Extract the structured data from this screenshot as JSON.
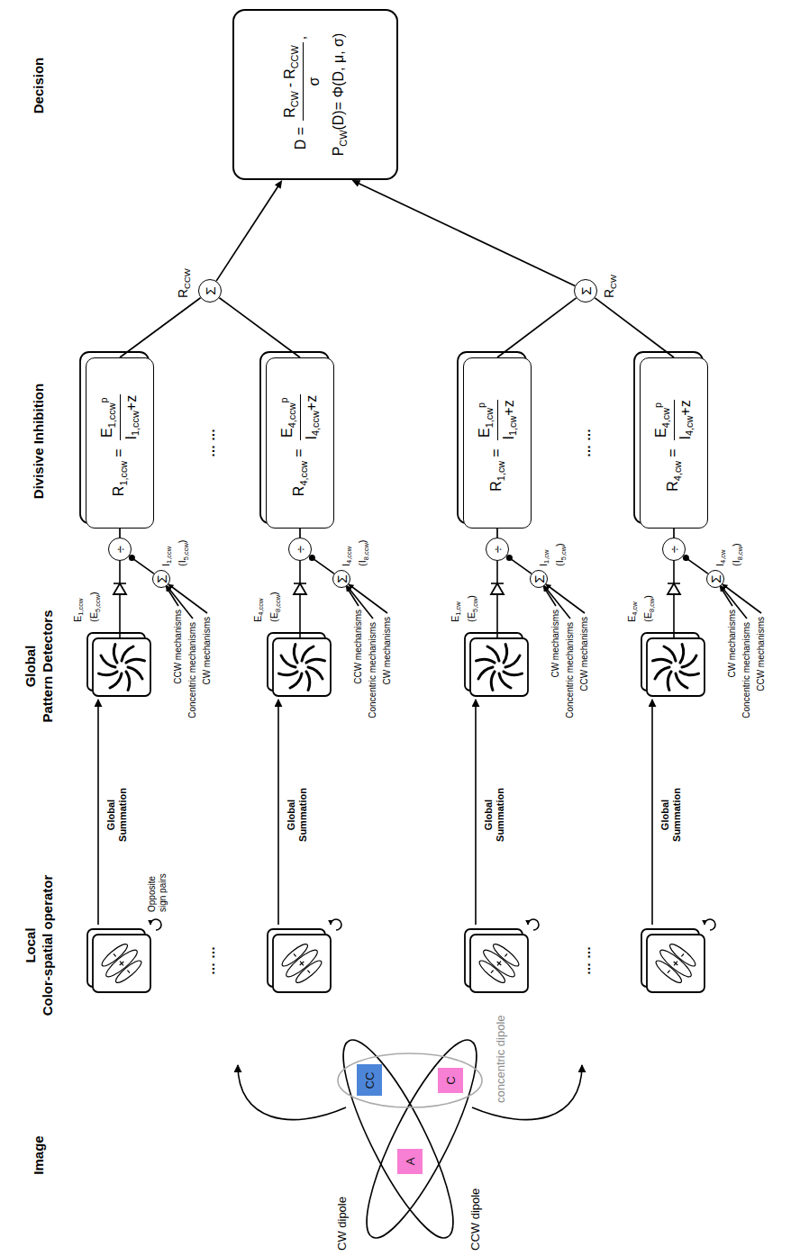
{
  "diagram": {
    "nodes": [
      {
        "text": [
          "CC"
        ]
      },
      {
        "text": [
          "C"
        ]
      },
      {
        "text": [
          "A"
        ]
      },
      {
        "text": [
          "Σ"
        ]
      },
      {
        "text": [
          "÷"
        ]
      },
      {
        "text": [
          "R",
          "1,ccw",
          "=",
          "E",
          "1,ccw",
          "p",
          "I",
          "1,ccw",
          "+z"
        ]
      },
      {
        "text": [
          "Σ"
        ]
      },
      {
        "text": [
          "÷"
        ]
      },
      {
        "text": [
          "R",
          "4,ccw",
          "=",
          "E",
          "4,ccw",
          "p",
          "I",
          "4,ccw",
          "+z"
        ]
      },
      {
        "text": [
          "Σ"
        ]
      },
      {
        "text": [
          "÷"
        ]
      },
      {
        "text": [
          "R",
          "1,cw",
          "=",
          "E",
          "1,cw",
          "p",
          "I",
          "1,cw",
          "+z"
        ]
      },
      {
        "text": [
          "Σ"
        ]
      },
      {
        "text": [
          "÷"
        ]
      },
      {
        "text": [
          "R",
          "4,cw",
          "=",
          "E",
          "4,cw",
          "p",
          "I",
          "4,cw",
          "+z"
        ]
      },
      {
        "text": [
          "Σ"
        ]
      },
      {
        "text": [
          "Σ"
        ]
      },
      {
        "text": [
          "D =",
          "R",
          "CW",
          "-",
          "R",
          "CCW",
          "σ",
          ",",
          "P",
          "CW",
          "(D)= Φ(D, μ, σ)"
        ]
      }
    ],
    "edges": [
      {
        "from": 3,
        "to": 4,
        "arrow": "to"
      },
      {
        "from": 4,
        "to": 5,
        "arrow": "none"
      },
      {
        "from": 6,
        "to": 7,
        "arrow": "to"
      },
      {
        "from": 7,
        "to": 8,
        "arrow": "none"
      },
      {
        "from": 9,
        "to": 10,
        "arrow": "to"
      },
      {
        "from": 10,
        "to": 11,
        "arrow": "none"
      },
      {
        "from": 12,
        "to": 13,
        "arrow": "to"
      },
      {
        "from": 13,
        "to": 14,
        "arrow": "none"
      },
      {
        "from": 5,
        "to": 15,
        "arrow": "none"
      },
      {
        "from": 8,
        "to": 15,
        "arrow": "none"
      },
      {
        "from": 11,
        "to": 16,
        "arrow": "none"
      },
      {
        "from": 14,
        "to": 16,
        "arrow": "none"
      },
      {
        "from": 15,
        "to": 17,
        "arrow": "to"
      },
      {
        "from": 16,
        "to": 17,
        "arrow": "to"
      }
    ],
    "labels": [
      "Image",
      "Local",
      "Color-spatial operator",
      "Global",
      "Pattern Detectors",
      "Divisive Inhibition",
      "Decision",
      "CCW dipole",
      "CW dipole",
      "concentric dipole",
      "Opposite sign pairs",
      "Global Summation",
      "E",
      "1,ccw",
      "(E",
      "5,ccw",
      ")",
      "I",
      "1,ccw",
      "(I",
      "5,ccw",
      ")",
      "CCW mechanisms",
      "Concentric mechanisms",
      "CW mechanisms",
      "… …",
      "… …",
      "Global Summation",
      "E",
      "4,ccw",
      "(E",
      "8,ccw",
      ")",
      "I",
      "4,ccw",
      "(I",
      "8,ccw",
      ")",
      "CCW mechanisms",
      "Concentric mechanisms",
      "CW mechanisms",
      "R",
      "CCW",
      "Global Summation",
      "E",
      "1,cw",
      "(E",
      "5,cw",
      ")",
      "I",
      "1,cw",
      "(I",
      "5,cw",
      ")",
      "CW mechanisms",
      "Concentric mechanisms",
      "CCW mechanisms",
      "… …",
      "… …",
      "Global Summation",
      "E",
      "4,cw",
      "(E",
      "8,cw",
      ")",
      "I",
      "4,cw",
      "(I",
      "8,cw",
      ")",
      "CW mechanisms",
      "Concentric mechanisms",
      "CCW mechanisms",
      "R",
      "CW"
    ]
  }
}
